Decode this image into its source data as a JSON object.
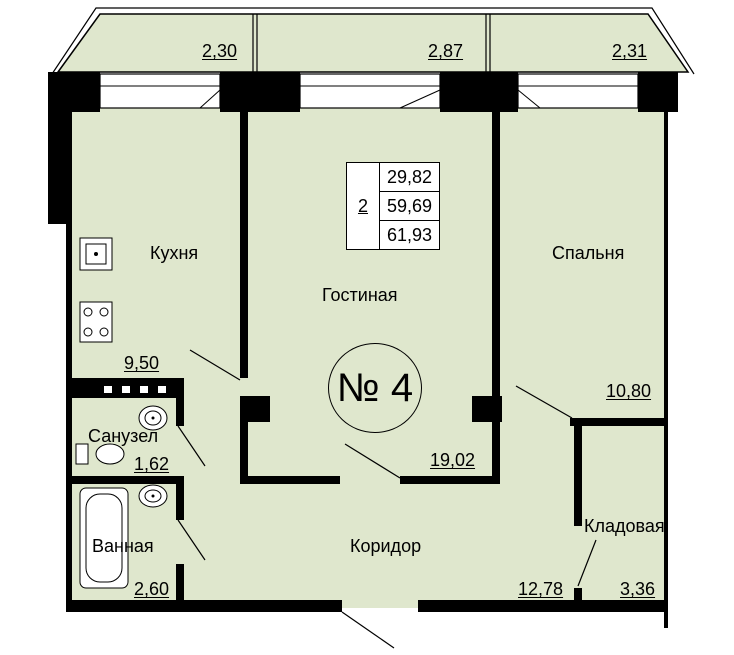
{
  "plan": {
    "colors": {
      "floor": "#dfe7cd",
      "wall": "#000000",
      "window": "#ffffff"
    },
    "balconies": [
      "2,30",
      "2,87",
      "2,31"
    ],
    "rooms": [
      {
        "key": "kitchen",
        "name": "Кухня",
        "area": "9,50"
      },
      {
        "key": "living",
        "name": "Гостиная",
        "area": "19,02"
      },
      {
        "key": "bedroom",
        "name": "Спальня",
        "area": "10,80"
      },
      {
        "key": "wc",
        "name": "Санузел",
        "area": "1,62"
      },
      {
        "key": "bath",
        "name": "Ванная",
        "area": "2,60"
      },
      {
        "key": "corridor",
        "name": "Коридор",
        "area": "12,78"
      },
      {
        "key": "storage",
        "name": "Кладовая",
        "area": "3,36"
      }
    ],
    "summary": {
      "rooms": "2",
      "living_area": "29,82",
      "total_area": "59,69",
      "total_with_balcony": "61,93"
    },
    "apartment_number": "№ 4",
    "icons": [
      "sink-icon",
      "stove-icon",
      "toilet-icon",
      "bathtub-icon",
      "washbasin-icon",
      "door-swing-icon",
      "window-icon"
    ]
  }
}
